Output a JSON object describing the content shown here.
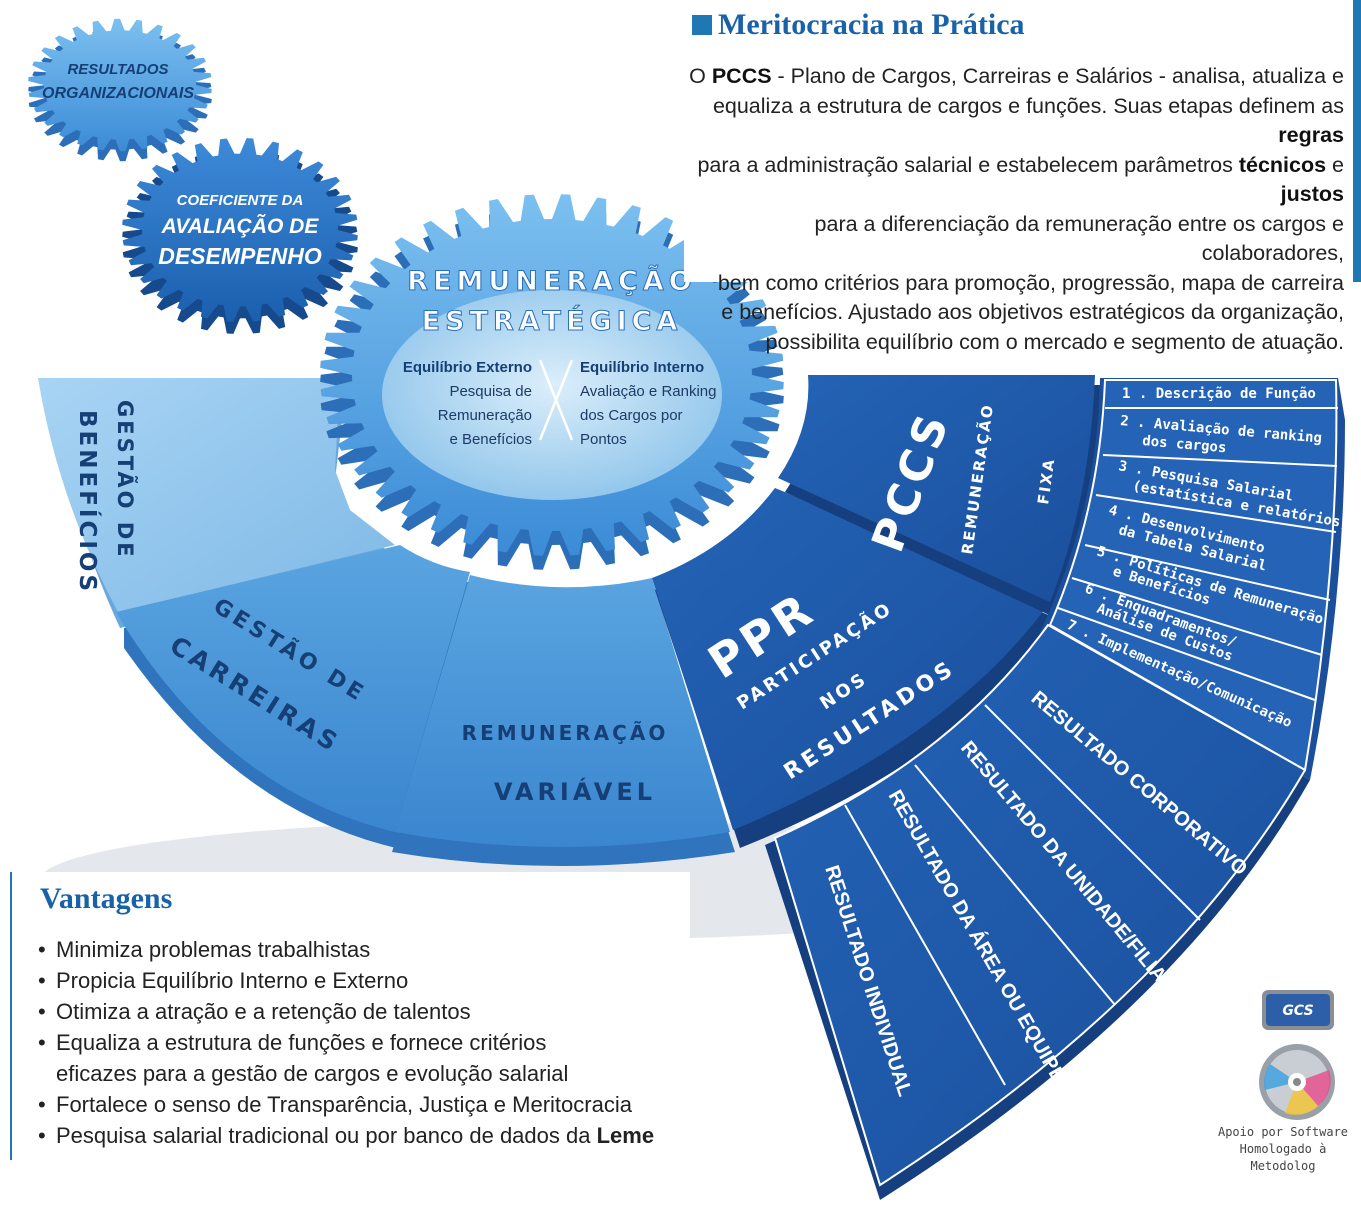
{
  "gears": {
    "small_top": [
      "RESULTADOS",
      "ORGANIZACIONAIS"
    ],
    "small_mid": [
      "COEFICIENTE DA",
      "AVALIAÇÃO DE",
      "DESEMPENHO"
    ],
    "main_title": [
      "REMUNERAÇÃO",
      "ESTRATÉGICA"
    ],
    "external_title": "Equilíbrio Externo",
    "external_lines": [
      "Pesquisa de",
      "Remuneração",
      "e Benefícios"
    ],
    "internal_title": "Equilíbrio Interno",
    "internal_lines": [
      "Avaliação e Ranking",
      "dos Cargos por",
      "Pontos"
    ]
  },
  "arc_segments": {
    "beneficios": [
      "GESTÃO DE",
      "BENEFÍCIOS"
    ],
    "carreiras": [
      "GESTÃO DE",
      "CARREIRAS"
    ],
    "variavel": [
      "REMUNERAÇÃO",
      "VARIÁVEL"
    ],
    "ppr": [
      "PPR",
      "PARTICIPAÇÃO",
      "NOS",
      "RESULTADOS"
    ],
    "pccs": [
      "PCCS",
      "REMUNERAÇÃO",
      "FIXA"
    ]
  },
  "pccs_steps": [
    "1 . Descrição de Função",
    "2 . Avaliação de ranking",
    "dos cargos",
    "3 . Pesquisa Salarial",
    "(estatística e relatórios)",
    "4 . Desenvolvimento",
    "da Tabela Salarial",
    "5 . Políticas de Remuneração",
    "e Benefícios",
    "6 . Enquadramentos/",
    "Análise de Custos",
    "7 . Implementação/Comunicação"
  ],
  "ppr_results": [
    "RESULTADO CORPORATIVO",
    "RESULTADO DA UNIDADE/FILIAL",
    "RESULTADO DA ÁREA OU EQUIPE",
    "RESULTADO INDIVIDUAL"
  ],
  "info": {
    "title": "Meritocracia na Prática",
    "l1_a": "O ",
    "l1_b": "PCCS",
    "l1_c": " - Plano de Cargos, Carreiras e Salários - analisa, atualiza e",
    "l2_a": "equaliza a estrutura de cargos e funções. Suas etapas definem as ",
    "l2_b": "regras",
    "l3_a": "para a administração salarial e estabelecem parâmetros ",
    "l3_b": "técnicos",
    "l3_c": " e ",
    "l3_d": "justos",
    "l4": "para a diferenciação da remuneração entre os cargos e colaboradores,",
    "l5": "bem como critérios para promoção, progressão, mapa de carreira",
    "l6": "e benefícios. Ajustado aos objetivos estratégicos da organização,",
    "l7": "possibilita equilíbrio com o mercado e segmento de atuação."
  },
  "advantages": {
    "title": "Vantagens",
    "i1": "Minimiza problemas trabalhistas",
    "i2": "Propicia Equilíbrio Interno e Externo",
    "i3": "Otimiza a atração e a retenção de talentos",
    "i4": "Equaliza a estrutura de funções e fornece critérios",
    "i4b": "eficazes para a gestão de cargos e evolução salarial",
    "i5": "Fortalece o senso de Transparência, Justiça e Meritocracia",
    "i6_a": "Pesquisa salarial tradicional ou por banco de dados da ",
    "i6_b": "Leme"
  },
  "software": {
    "logo_text": "GCS",
    "line1": "Apoio por Software",
    "line2": "Homologado à Metodolog"
  },
  "colors": {
    "light_blue": "#8fc4ec",
    "mid_blue": "#4a97d8",
    "dark_blue": "#1c57a8",
    "accent": "#1f78b4"
  }
}
